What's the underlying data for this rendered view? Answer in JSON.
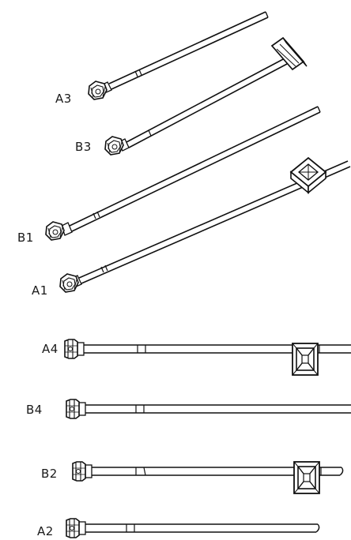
{
  "colors": {
    "line": "#111111",
    "background": "#ffffff"
  },
  "labels": {
    "a3": "A3",
    "b3": "B3",
    "b1": "B1",
    "a1": "A1",
    "a4": "A4",
    "b4": "B4",
    "b2": "B2",
    "a2": "A2"
  }
}
